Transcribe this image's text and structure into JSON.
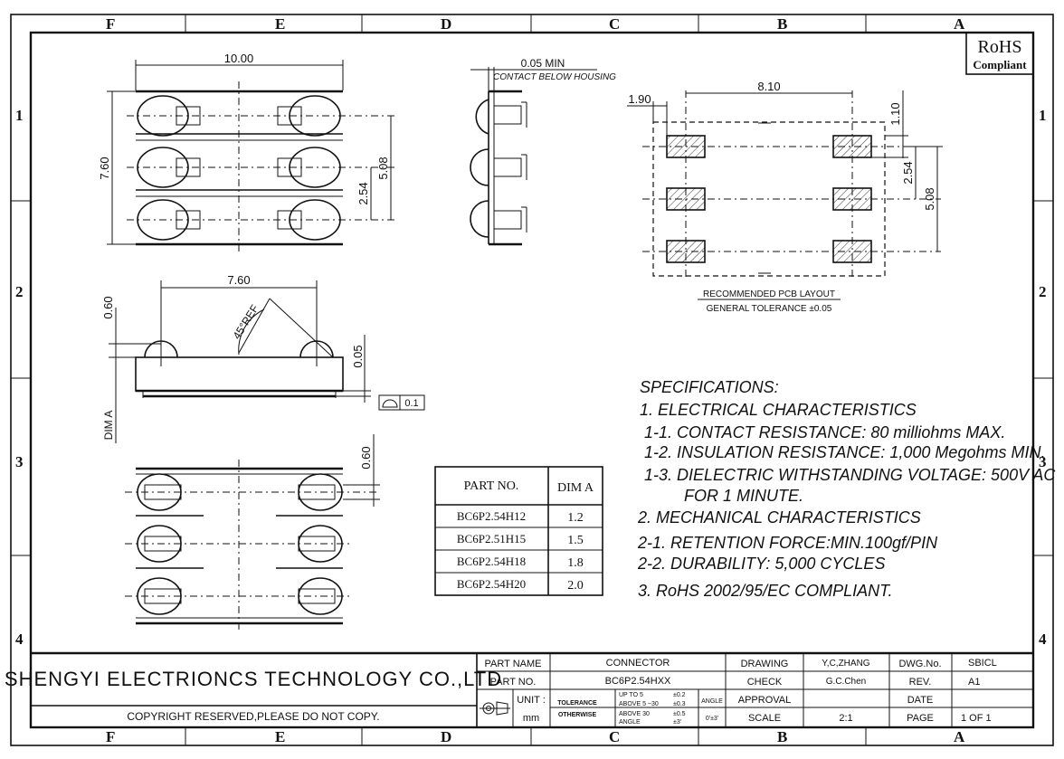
{
  "border": {
    "columns": [
      "F",
      "E",
      "D",
      "C",
      "B",
      "A"
    ],
    "rows": [
      "1",
      "2",
      "3",
      "4"
    ]
  },
  "rohs": {
    "line1": "RoHS",
    "line2": "Compliant"
  },
  "top_view": {
    "width": "10.00",
    "height": "7.60",
    "pitch2": "2.54",
    "pitch4": "5.08"
  },
  "side_view": {
    "top": "0.05 MIN",
    "note": "CONTACT BELOW HOUSING"
  },
  "pcb": {
    "dim_a": "1.90",
    "dim_b": "8.10",
    "dim_c": "1.10",
    "dim_d": "2.54",
    "dim_e": "5.08",
    "title": "RECOMMENDED PCB LAYOUT",
    "tolerance": "GENERAL TOLERANCE ±0.05"
  },
  "front_view": {
    "width": "7.60",
    "angle": "45°REF",
    "h1": "0.60",
    "h2": "0.05",
    "dim_a": "DIM A",
    "flatness": "0.1"
  },
  "bottom_view": {
    "dim": "0.60"
  },
  "parts_table": {
    "headers": [
      "PART NO.",
      "DIM A"
    ],
    "rows": [
      [
        "BC6P2.54H12",
        "1.2"
      ],
      [
        "BC6P2.51H15",
        "1.5"
      ],
      [
        "BC6P2.54H18",
        "1.8"
      ],
      [
        "BC6P2.54H20",
        "2.0"
      ]
    ]
  },
  "specs": {
    "heading": "SPECIFICATIONS:",
    "lines": [
      "1. ELECTRICAL CHARACTERISTICS",
      "1-1. CONTACT RESISTANCE: 80 milliohms  MAX.",
      "1-2. INSULATION RESISTANCE: 1,000 Megohms MIN.",
      "1-3. DIELECTRIC WITHSTANDING VOLTAGE: 500V AC",
      "FOR 1 MINUTE.",
      "2. MECHANICAL CHARACTERISTICS",
      "2-1. RETENTION FORCE:MIN.100gf/PIN",
      "2-2. DURABILITY: 5,000 CYCLES",
      "3. RoHS 2002/95/EC COMPLIANT."
    ]
  },
  "title_block": {
    "company": "SHENGYI ELECTRIONCS TECHNOLOGY CO.,LTD",
    "copyright": "COPYRIGHT RESERVED,PLEASE DO NOT COPY.",
    "part_name_label": "PART NAME",
    "part_name": "CONNECTOR",
    "part_no_label": "PART NO.",
    "part_no": "BC6P2.54HXX",
    "unit_label": "UNIT :",
    "unit": "mm",
    "tolerance_label": "TOLERANCE",
    "otherwise_label": "OTHERWISE",
    "tol_rows": [
      [
        "UP TO 5",
        "±0.2"
      ],
      [
        "ABOVE 5 ~30",
        "±0.3"
      ],
      [
        "ABOVE 30",
        "±0.5"
      ]
    ],
    "angle_label": "ANGLE",
    "angle_tol1": "±3'",
    "angle_label2": "ANGLE",
    "angle_tol2": "0'±3'",
    "drawing_label": "DRAWING",
    "drawing": "Y,C,ZHANG",
    "check_label": "CHECK",
    "check": "G.C.Chen",
    "approval_label": "APPROVAL",
    "scale_label": "SCALE",
    "scale": "2:1",
    "dwg_no_label": "DWG.No.",
    "dwg_no": "SBICL",
    "rev_label": "REV.",
    "rev": "A1",
    "date_label": "DATE",
    "page_label": "PAGE",
    "page": "1 OF 1"
  }
}
